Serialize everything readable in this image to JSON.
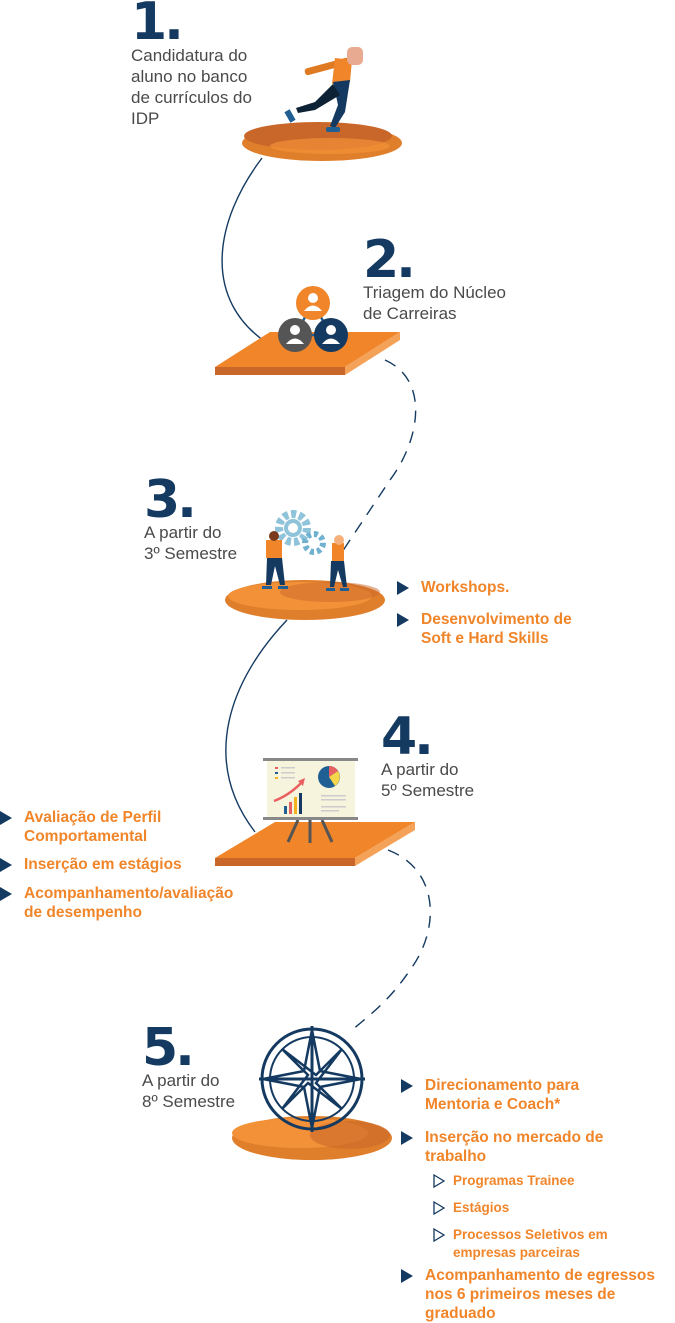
{
  "colors": {
    "navy": "#143a61",
    "orange": "#f0852a",
    "text_gray": "#4a4a4a"
  },
  "steps": [
    {
      "number": "1.",
      "description_lines": [
        "Candidatura do",
        "aluno no banco",
        "de currículos do",
        "IDP"
      ],
      "icon": "running-person-icon",
      "platform": "ellipse"
    },
    {
      "number": "2.",
      "description_lines": [
        "Triagem do Núcleo",
        "de Carreiras"
      ],
      "icon": "people-network-icon",
      "platform": "slab"
    },
    {
      "number": "3.",
      "description_lines": [
        "A partir do",
        "3º Semestre"
      ],
      "icon": "teamwork-gears-icon",
      "platform": "ellipse",
      "bullets": [
        {
          "lines": [
            "Workshops."
          ]
        },
        {
          "lines": [
            "Desenvolvimento de",
            "Soft e Hard Skills"
          ]
        }
      ]
    },
    {
      "number": "4.",
      "description_lines": [
        "A partir do",
        "5º Semestre"
      ],
      "icon": "presentation-board-icon",
      "platform": "slab",
      "bullets": [
        {
          "lines": [
            "Avaliação de Perfil",
            "Comportamental"
          ]
        },
        {
          "lines": [
            "Inserção em estágios"
          ]
        },
        {
          "lines": [
            "Acompanhamento/avaliação",
            "de desempenho"
          ]
        }
      ]
    },
    {
      "number": "5.",
      "description_lines": [
        "A partir do",
        "8º Semestre"
      ],
      "icon": "compass-rose-icon",
      "platform": "ellipse",
      "bullets": [
        {
          "lines": [
            "Direcionamento para",
            "Mentoria e Coach*"
          ]
        },
        {
          "lines": [
            "Inserção no mercado de",
            "trabalho"
          ],
          "sub_bullets": [
            {
              "lines": [
                "Programas Trainee"
              ]
            },
            {
              "lines": [
                "Estágios"
              ]
            },
            {
              "lines": [
                "Processos Seletivos em",
                "empresas parceiras"
              ]
            }
          ]
        },
        {
          "lines": [
            "Acompanhamento de egressos",
            "nos 6 primeiros meses de",
            "graduado"
          ]
        }
      ]
    }
  ]
}
